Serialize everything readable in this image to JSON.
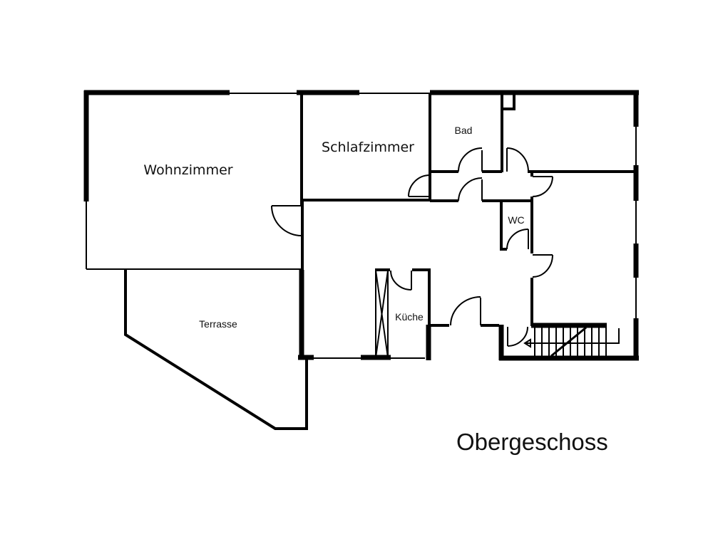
{
  "plan": {
    "title": "Obergeschoss",
    "rooms": [
      {
        "id": "wohnzimmer",
        "label": "Wohnzimmer"
      },
      {
        "id": "schlafzimmer",
        "label": "Schlafzimmer"
      },
      {
        "id": "bad",
        "label": "Bad"
      },
      {
        "id": "wc",
        "label": "WC"
      },
      {
        "id": "kueche",
        "label": "Küche"
      },
      {
        "id": "terrasse",
        "label": "Terrasse"
      }
    ],
    "colors": {
      "line": "#000000",
      "background": "#ffffff",
      "text": "#111111"
    }
  }
}
